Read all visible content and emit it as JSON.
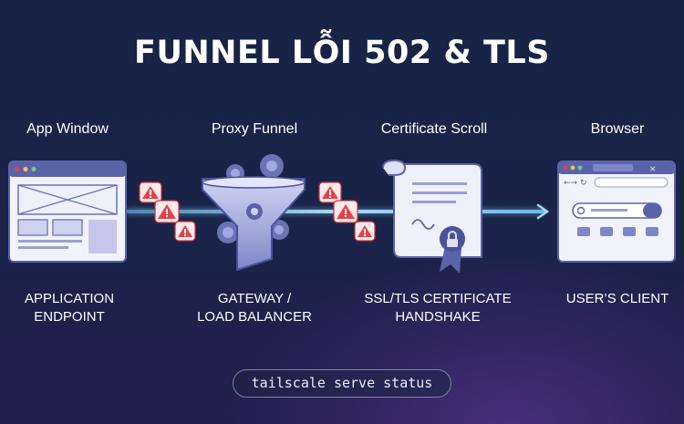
{
  "title": "FUNNEL LỖI 502 & TLS",
  "stages": [
    {
      "label": "App Window",
      "caption_line1": "APPLICATION",
      "caption_line2": "ENDPOINT",
      "icon": "app-window-icon"
    },
    {
      "label": "Proxy Funnel",
      "caption_line1": "GATEWAY /",
      "caption_line2": "LOAD BALANCER",
      "icon": "proxy-funnel-icon"
    },
    {
      "label": "Certificate Scroll",
      "caption_line1": "SSL/TLS CERTIFICATE",
      "caption_line2": "HANDSHAKE",
      "icon": "certificate-scroll-icon"
    },
    {
      "label": "Browser",
      "caption_line1": "USER’S CLIENT",
      "caption_line2": "",
      "icon": "browser-icon"
    }
  ],
  "command": "tailscale serve status",
  "colors": {
    "background": "#172446",
    "accent_purple": "#5b5fa8",
    "flow_line": "#8fd0f4",
    "error_red": "#e8404a",
    "glow_purple": "#4a2e7a"
  },
  "error_markers": [
    "warning-icon",
    "warning-icon",
    "warning-icon",
    "warning-icon",
    "warning-icon",
    "warning-icon"
  ]
}
